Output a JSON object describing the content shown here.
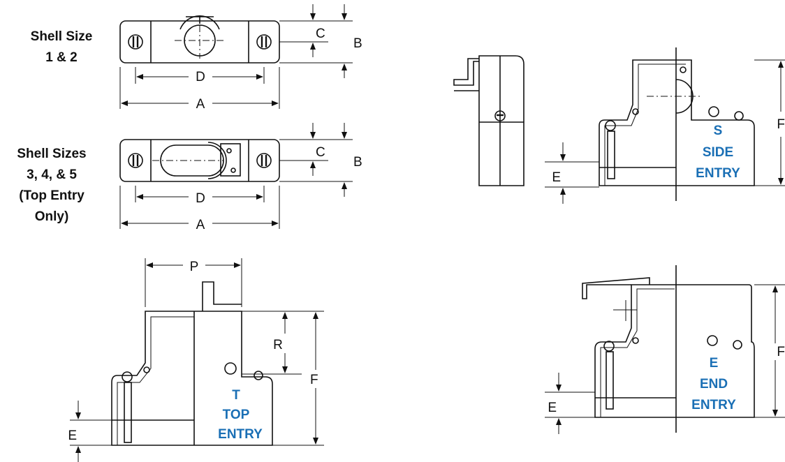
{
  "shell_labels": {
    "top": [
      "Shell Size",
      "1 & 2"
    ],
    "bottom": [
      "Shell Sizes",
      "3, 4, & 5",
      "(Top Entry",
      "Only)"
    ]
  },
  "dimensions": {
    "a": "A",
    "b": "B",
    "c": "C",
    "d": "D",
    "e": "E",
    "f": "F",
    "p": "P",
    "r": "R"
  },
  "entries": {
    "side": [
      "S",
      "SIDE",
      "ENTRY"
    ],
    "top": [
      "T",
      "TOP",
      "ENTRY"
    ],
    "end": [
      "E",
      "END",
      "ENTRY"
    ]
  },
  "colors": {
    "line": "#111111",
    "entry_label": "#1a6fb5",
    "background": "#ffffff"
  }
}
